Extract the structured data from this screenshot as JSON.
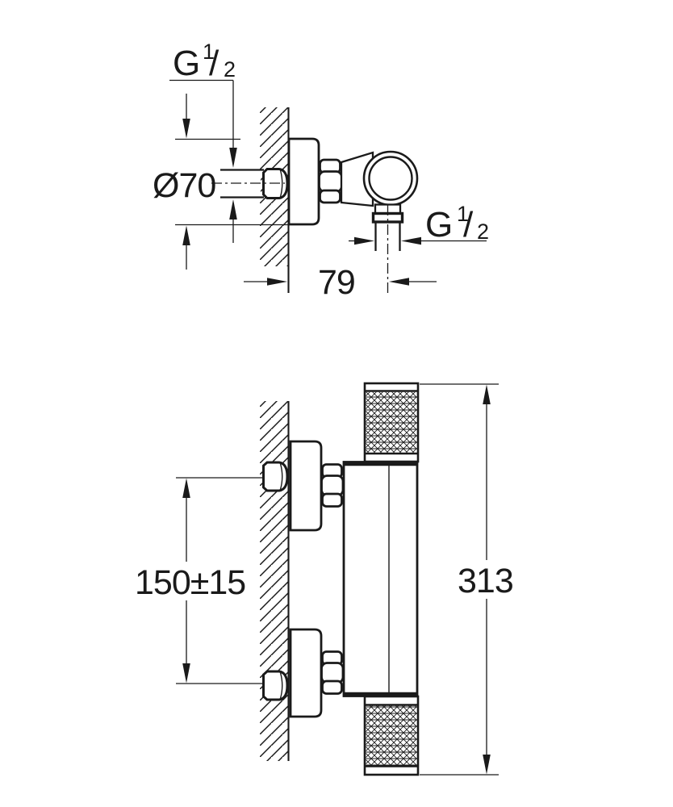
{
  "colors": {
    "background": "#ffffff",
    "line": "#1a1a1a"
  },
  "labels": {
    "top_view": {
      "wall_thread": {
        "g": "G",
        "num": "1",
        "slash": "/",
        "den": "2"
      },
      "escutcheon_diameter": "Ø70",
      "outlet_thread": {
        "g": "G",
        "num": "1",
        "slash": "/",
        "den": "2"
      },
      "wall_to_outlet_center": "79"
    },
    "front_view": {
      "inlet_center_spacing": "150±15",
      "overall_height": "313"
    }
  }
}
